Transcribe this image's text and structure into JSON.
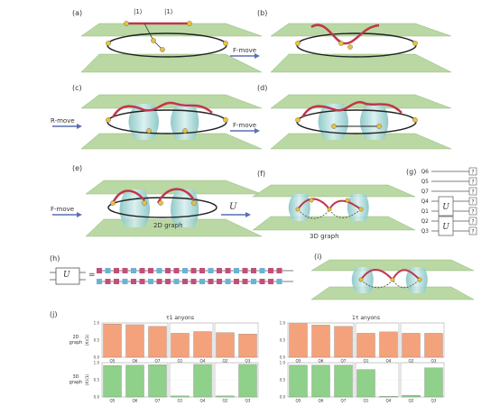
{
  "panels": {
    "a": "(a)",
    "b": "(b)",
    "c": "(c)",
    "d": "(d)",
    "e": "(e)",
    "f": "(f)",
    "g": "(g)",
    "h": "(h)",
    "i": "(i)",
    "j": "(j)"
  },
  "arrows": {
    "f_move_1": "F-move",
    "r_move": "R-move",
    "f_move_2": "F-move",
    "f_move_3": "F-move",
    "u": "U"
  },
  "labels": {
    "ket1_left": "|1⟩",
    "ket1_right": "|1⟩",
    "graph2d": "2D graph",
    "graph3d": "3D graph",
    "u_box": "U",
    "eq": "="
  },
  "circuit_g": {
    "qubits": [
      "Q6",
      "Q5",
      "Q7",
      "Q4",
      "Q1",
      "Q2",
      "Q3"
    ],
    "u_label": "U",
    "meas": "?"
  },
  "chart_data": [
    {
      "type": "bar",
      "title": "τ1 anyons",
      "row_label": "2D graph",
      "ylabel": "⟨X⟩⟨1⟩",
      "categories": [
        "Q5",
        "Q6",
        "Q7",
        "Q1",
        "Q4",
        "Q2",
        "Q3"
      ],
      "values": [
        0.97,
        0.95,
        0.9,
        0.7,
        0.75,
        0.72,
        0.68
      ],
      "ylim": [
        0,
        1.0
      ],
      "color": "#f4a27c"
    },
    {
      "type": "bar",
      "title": "",
      "row_label": "3D graph",
      "ylabel": "⟨X⟩⟨1⟩",
      "categories": [
        "Q5",
        "Q6",
        "Q7",
        "Q1",
        "Q4",
        "Q2",
        "Q3"
      ],
      "values": [
        0.92,
        0.93,
        0.94,
        0.03,
        0.95,
        0.03,
        0.95
      ],
      "ylim": [
        0,
        1.0
      ],
      "color": "#8fd08a"
    },
    {
      "type": "bar",
      "title": "1τ anyons",
      "row_label": "",
      "ylabel": "",
      "categories": [
        "Q5",
        "Q6",
        "Q7",
        "Q1",
        "Q4",
        "Q2",
        "Q3"
      ],
      "values": [
        0.98,
        0.94,
        0.9,
        0.7,
        0.74,
        0.7,
        0.7
      ],
      "ylim": [
        0,
        1.0
      ],
      "color": "#f4a27c"
    },
    {
      "type": "bar",
      "title": "",
      "row_label": "",
      "ylabel": "",
      "categories": [
        "Q5",
        "Q6",
        "Q7",
        "Q1",
        "Q4",
        "Q2",
        "Q3"
      ],
      "values": [
        0.93,
        0.93,
        0.93,
        0.8,
        0.02,
        0.05,
        0.85
      ],
      "ylim": [
        0,
        1.0
      ],
      "color": "#8fd08a"
    }
  ],
  "colors": {
    "plane": "#b9d8a3",
    "plane_edge": "#93b97a",
    "red_path": "#c0364d",
    "node": "#e8c23a",
    "tube": "#a9d6d6"
  }
}
